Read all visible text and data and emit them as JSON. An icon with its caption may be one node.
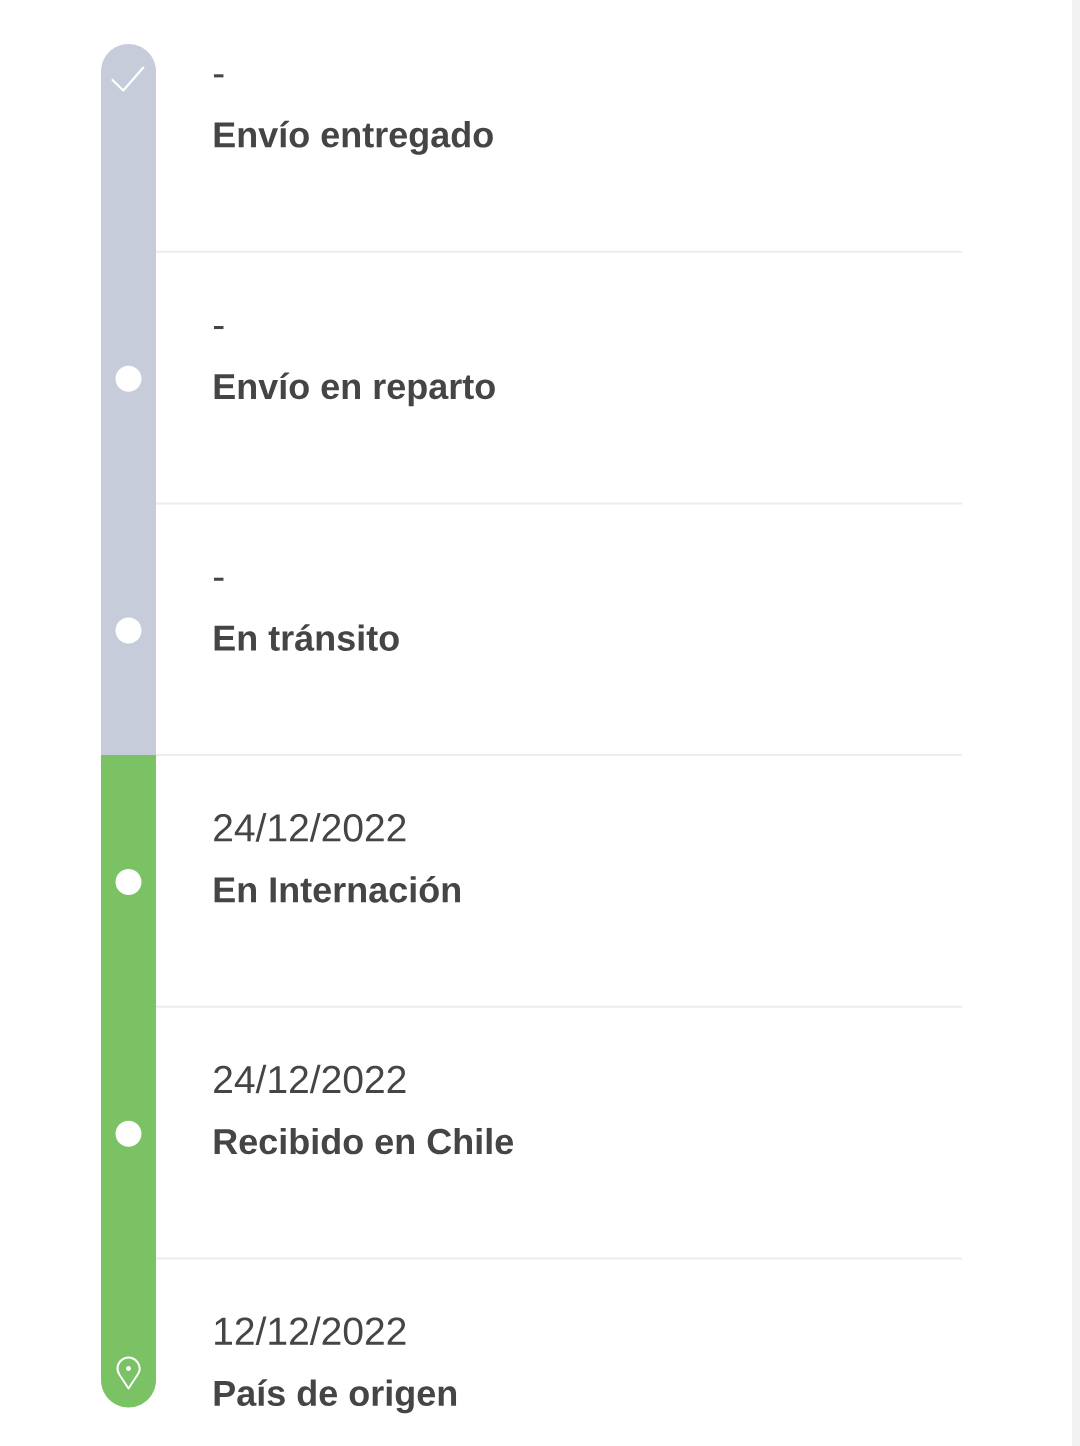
{
  "diagram": {
    "nodes": [
      {
        "text": [
          "-",
          "Envío entregado"
        ]
      },
      {
        "text": [
          "-",
          "Envío en reparto"
        ]
      },
      {
        "text": [
          "-",
          "En tránsito"
        ]
      },
      {
        "text": [
          "24/12/2022",
          "En Internación"
        ]
      },
      {
        "text": [
          "24/12/2022",
          "Recibido en Chile"
        ]
      },
      {
        "text": [
          "12/12/2022",
          "País de origen"
        ]
      }
    ]
  }
}
